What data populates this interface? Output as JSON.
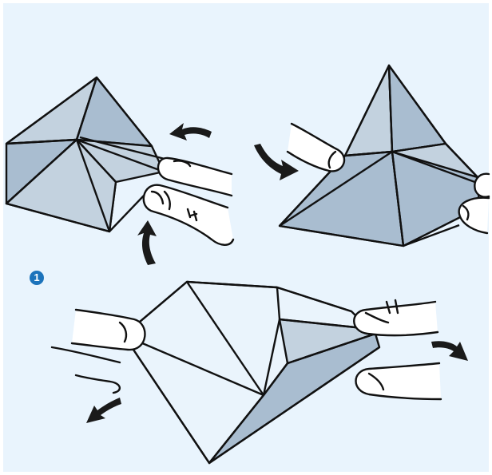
{
  "colors": {
    "background": "#e9f4fd",
    "paper_shade": "#a9bdd0",
    "paper_light": "#c3d2df",
    "paper_white": "#eaf4fc",
    "line": "#111111",
    "skin": "#ffffff",
    "arrow": "#1a1a1a",
    "badge": "#1c73bb"
  },
  "step": {
    "number": "1",
    "icon": "circled-number"
  },
  "icons": {
    "arrows": [
      "curved-arrow-left",
      "curved-arrow-up",
      "curved-arrow-right",
      "curved-arrow-right",
      "curved-arrow-left"
    ]
  }
}
